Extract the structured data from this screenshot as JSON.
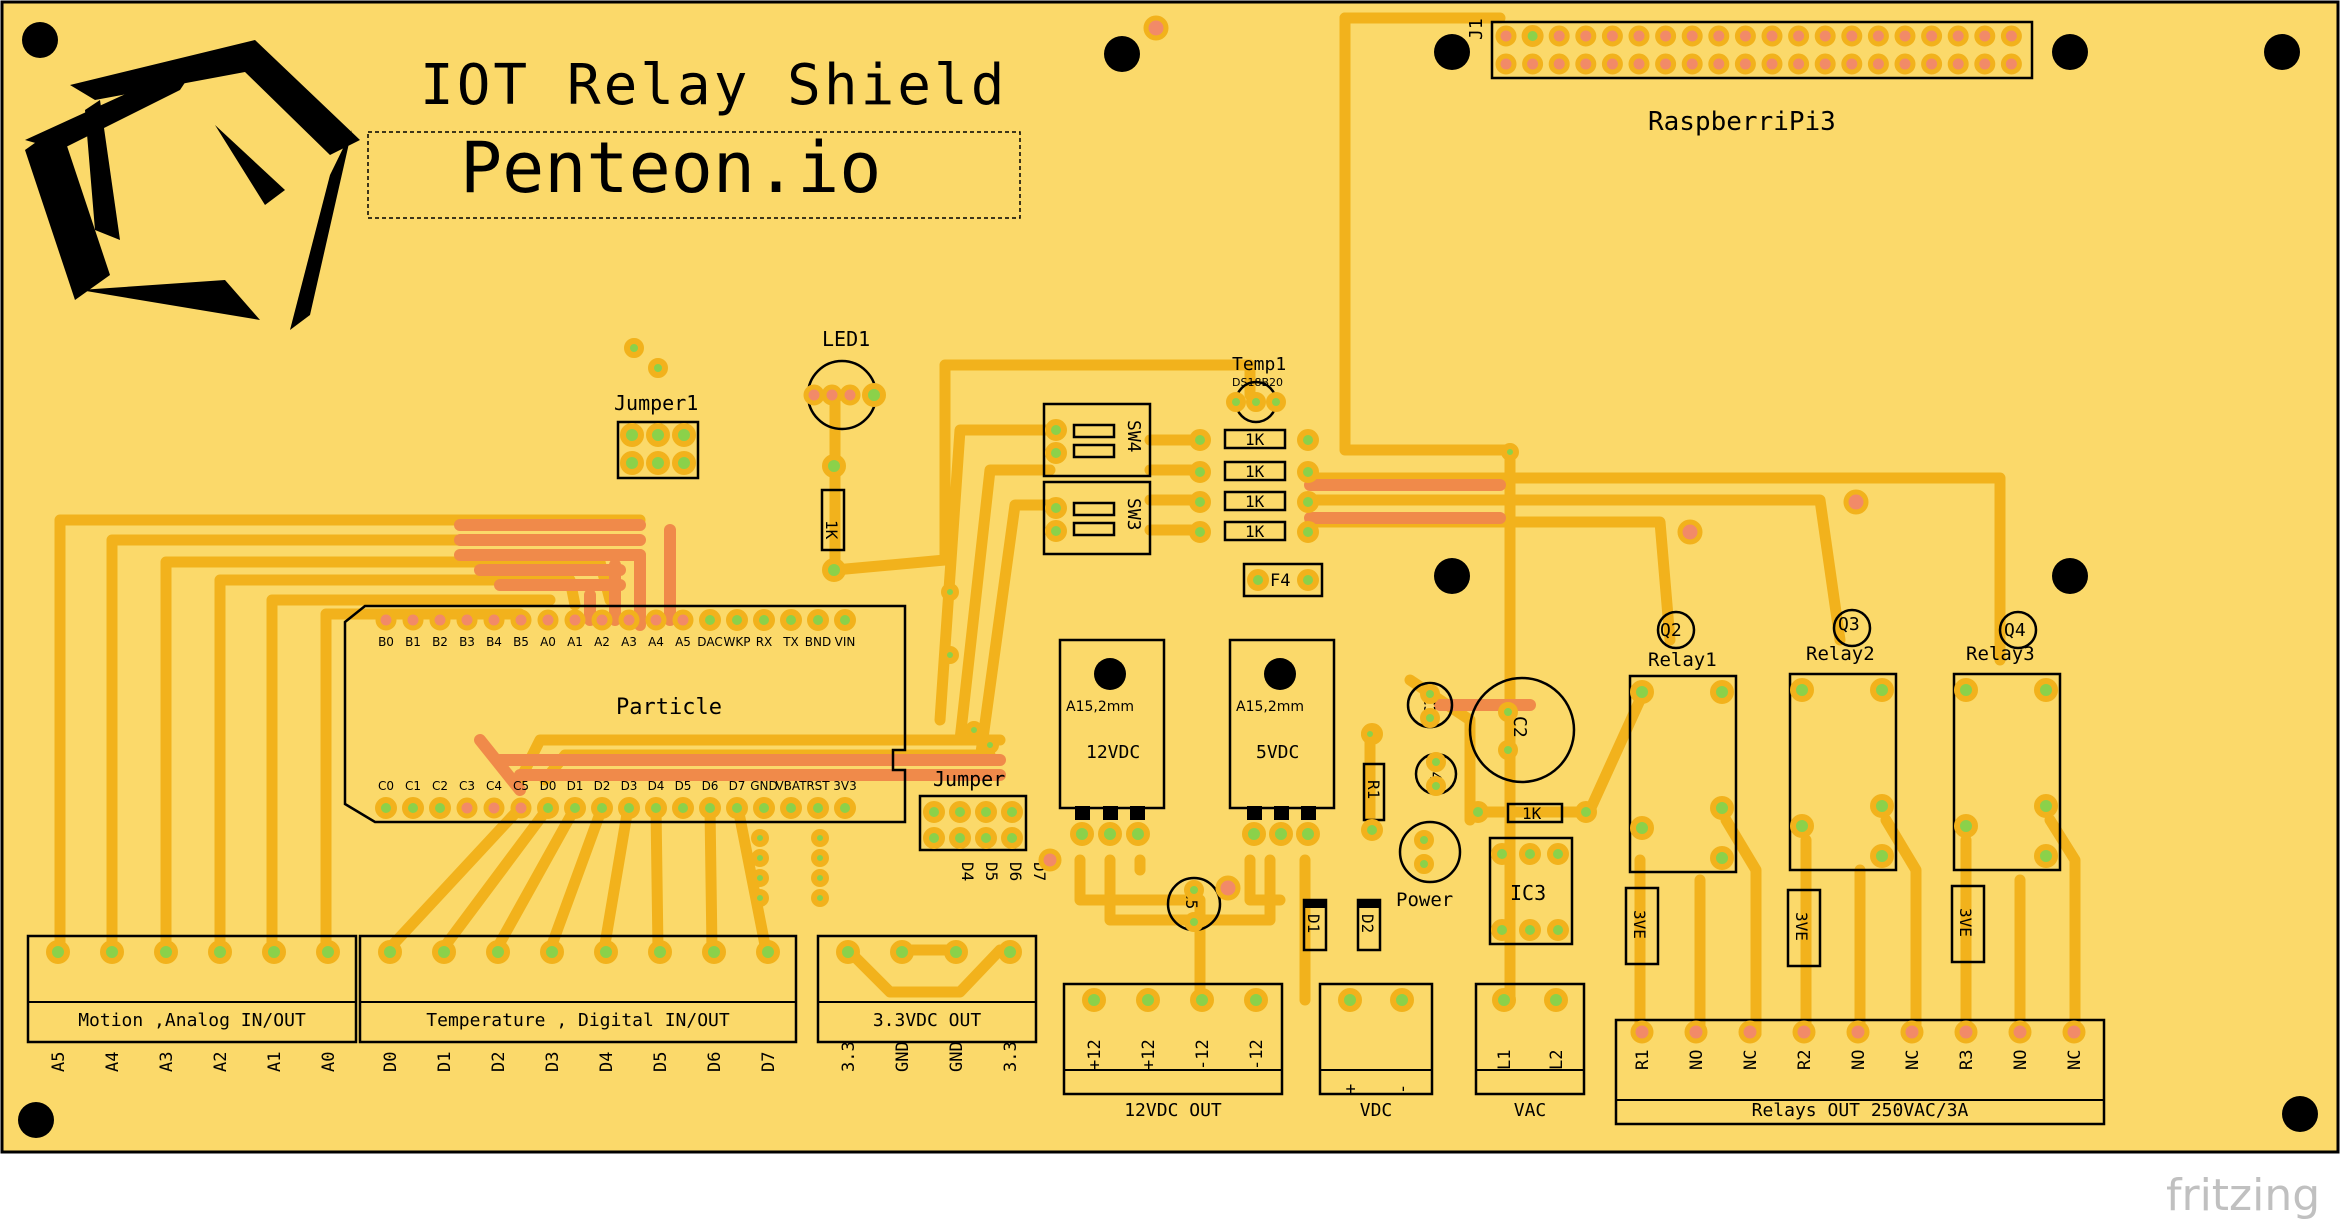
{
  "board": {
    "title": "IOT Relay Shield",
    "brand": "Penteon.io",
    "watermark": "fritzing",
    "colors": {
      "board": "#fbd96a",
      "trace": "#f2b21c",
      "pad": "#8bd14a",
      "pad_top": "#f28a68",
      "silkscreen": "#000000"
    }
  },
  "parts": {
    "raspberry": "RaspberriPi3",
    "j1": "J1",
    "particle": "Particle",
    "led": "LED1",
    "jumper1": "Jumper1",
    "jumper2": "Jumper",
    "temp": "Temp1",
    "temp_sub": "DS18B20",
    "sw4": "SW4",
    "sw3": "SW3",
    "f4": "F4",
    "q2": "Q2",
    "q3": "Q3",
    "q4": "Q4",
    "relay1": "Relay1",
    "relay2": "Relay2",
    "relay3": "Relay3",
    "reg1_size": "A15,2mm",
    "reg1_label": "12VDC",
    "reg2_size": "A15,2mm",
    "reg2_label": "5VDC",
    "c3": "C3",
    "c2": "C2",
    "c4": "C4",
    "c5": "C5",
    "r1": "R1",
    "ic3": "IC3",
    "power": "Power",
    "d1": "D1",
    "d2": "D2",
    "res_1k": "1K",
    "res_vert": "1K",
    "varistor": "3VE"
  },
  "particle_top_pins": [
    "B0",
    "B1",
    "B2",
    "B3",
    "B4",
    "B5",
    "A0",
    "A1",
    "A2",
    "A3",
    "A4",
    "A5",
    "DAC",
    "WKP",
    "RX",
    "TX",
    "BND",
    "VIN"
  ],
  "particle_bottom_pins": [
    "C0",
    "C1",
    "C2",
    "C3",
    "C4",
    "C5",
    "D0",
    "D1",
    "D2",
    "D3",
    "D4",
    "D5",
    "D6",
    "D7",
    "GND",
    "VBAT",
    "RST",
    "3V3"
  ],
  "jumper_pins": [
    "D4",
    "D5",
    "D6",
    "D7"
  ],
  "connectors": {
    "motion": {
      "label": "Motion ,Analog IN/OUT",
      "pins": [
        "A5",
        "A4",
        "A3",
        "A2",
        "A1",
        "A0"
      ]
    },
    "temperature": {
      "label": "Temperature , Digital IN/OUT",
      "pins": [
        "D0",
        "D1",
        "D2",
        "D3",
        "D4",
        "D5",
        "D6",
        "D7"
      ]
    },
    "v33": {
      "label": "3.3VDC OUT",
      "pins": [
        "3.3",
        "GND",
        "GND",
        "3.3"
      ]
    },
    "v12": {
      "label": "12VDC OUT",
      "pins": [
        "+12",
        "+12",
        "-12",
        "-12"
      ]
    },
    "vdc": {
      "label": "VDC",
      "pins": [
        "+",
        "-"
      ]
    },
    "vac": {
      "label": "VAC",
      "pins": [
        "L1",
        "L2"
      ]
    },
    "relays": {
      "label": "Relays OUT 250VAC/3A",
      "pins": [
        "R1",
        "NO",
        "NC",
        "R2",
        "NO",
        "NC",
        "R3",
        "NO",
        "NC"
      ]
    }
  }
}
